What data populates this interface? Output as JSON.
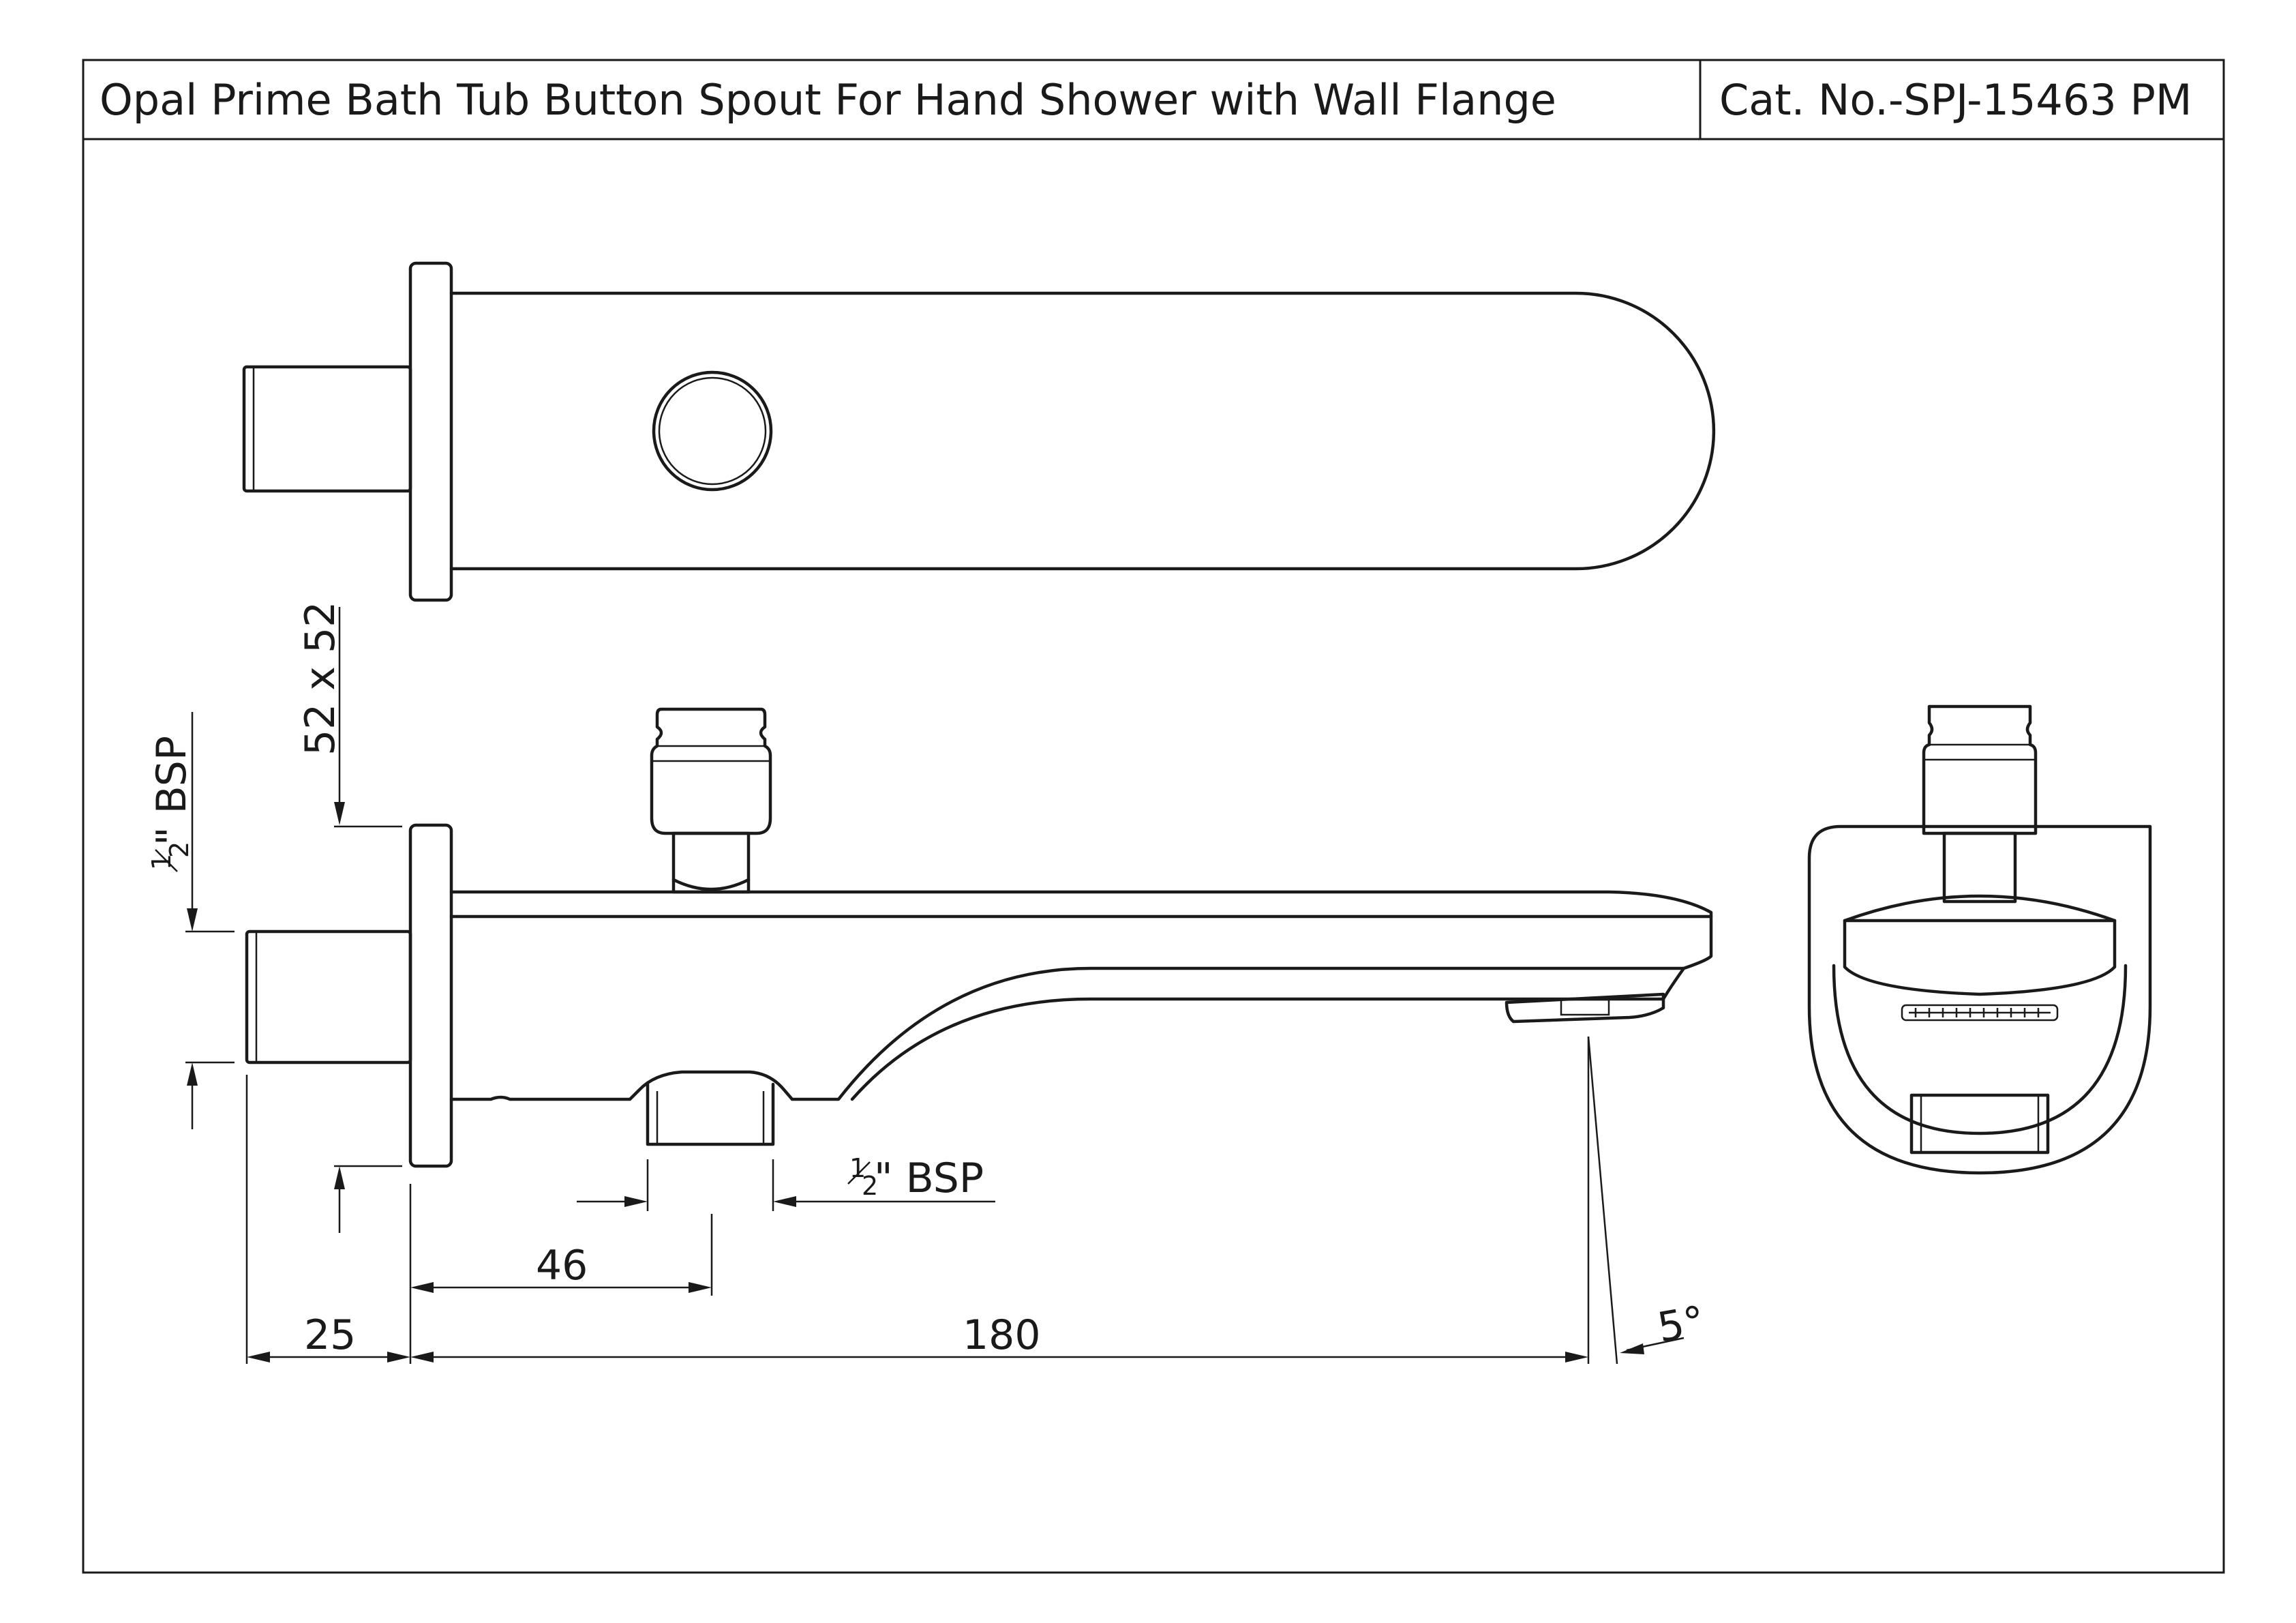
{
  "header": {
    "title": "Opal Prime Bath Tub Button Spout For Hand Shower with Wall Flange",
    "catalog_number": "Cat. No.-SPJ-15463 PM"
  },
  "dimensions": {
    "wall_flange": "52 x 52",
    "inlet_thread": "½\" BSP",
    "outlet_thread": "½\" BSP",
    "inlet_length": "25",
    "outlet_offset": "46",
    "spout_projection": "180",
    "spout_angle": "5°"
  },
  "fraction": {
    "num": "1",
    "den": "2"
  },
  "units": {
    "thread_suffix": "\" BSP",
    "degree": "°"
  }
}
